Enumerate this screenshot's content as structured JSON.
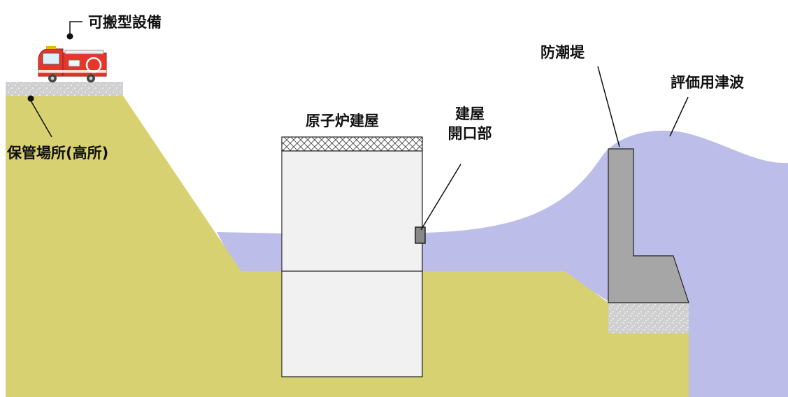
{
  "labels": {
    "portable_equipment": "可搬型設備",
    "storage_location": "保管場所(高所)",
    "reactor_building": "原子炉建屋",
    "building_opening_line1": "建屋",
    "building_opening_line2": "開口部",
    "seawall": "防潮堤",
    "design_tsunami": "評価用津波"
  },
  "colors": {
    "ground": "#d8d171",
    "tsunami": "#bcbde8",
    "building": "#f1f1f1",
    "seawall": "#a6a6a6",
    "gravel": "#d0d0d0",
    "truck_body": "#e8352b",
    "outline": "#111111"
  }
}
